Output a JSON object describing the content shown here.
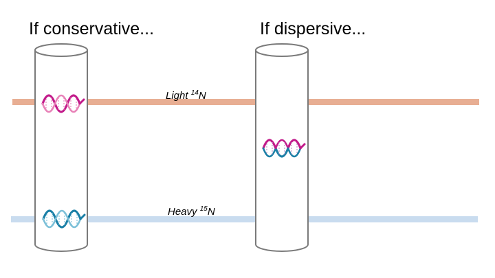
{
  "titles": {
    "conservative": "If conservative...",
    "dispersive": "If dispersive..."
  },
  "labels": {
    "light_prefix": "Light ",
    "light_mass": "14",
    "light_element": "N",
    "heavy_prefix": "Heavy ",
    "heavy_mass": "15",
    "heavy_element": "N"
  },
  "colors": {
    "light_band": "#e8ae93",
    "heavy_band": "#c9dcef",
    "tube_fill": "#ffffff",
    "tube_stroke": "#7a7a7a",
    "dna_magenta": "#c21a8a",
    "dna_pink": "#e882b8",
    "dna_blue": "#1a7fa6",
    "dna_lightblue": "#7cc0d8"
  },
  "icons": {
    "light_dna": "dna-helix-icon",
    "heavy_dna": "dna-helix-icon",
    "hybrid_dna": "dna-helix-icon"
  }
}
